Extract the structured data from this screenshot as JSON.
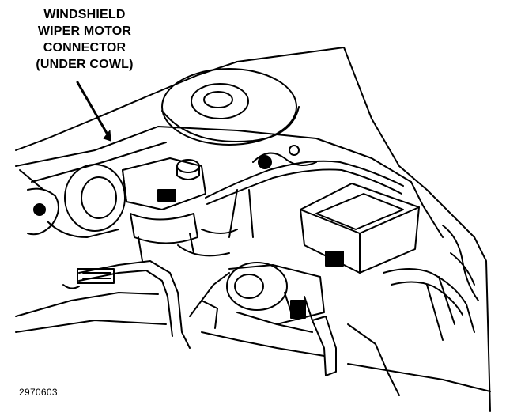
{
  "callout": {
    "lines": [
      "WINDSHIELD",
      "WIPER MOTOR",
      "CONNECTOR",
      "(UNDER COWL)"
    ]
  },
  "figure_id": "2970603",
  "colors": {
    "ink": "#000000",
    "paper": "#ffffff"
  }
}
